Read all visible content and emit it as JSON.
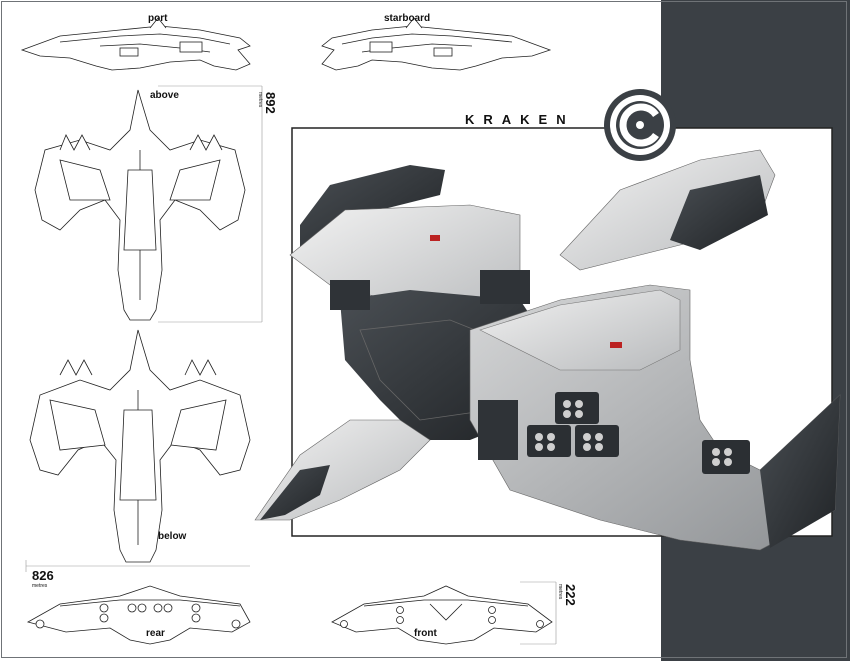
{
  "title": "KRAKEN",
  "views": {
    "port": "port",
    "starboard": "starboard",
    "above": "above",
    "below": "below",
    "rear": "rear",
    "front": "front"
  },
  "dimensions": {
    "length": "892",
    "width": "826",
    "height": "222",
    "unit": "metres"
  },
  "colors": {
    "background": "#ffffff",
    "band": "#3b4045",
    "hull_light": "#d9dadb",
    "hull_dark": "#2f3337",
    "logo_ring": "#3b4045"
  },
  "icons": {
    "logo": "faction-logo-icon",
    "ship_render": "kraken-ship-render"
  }
}
